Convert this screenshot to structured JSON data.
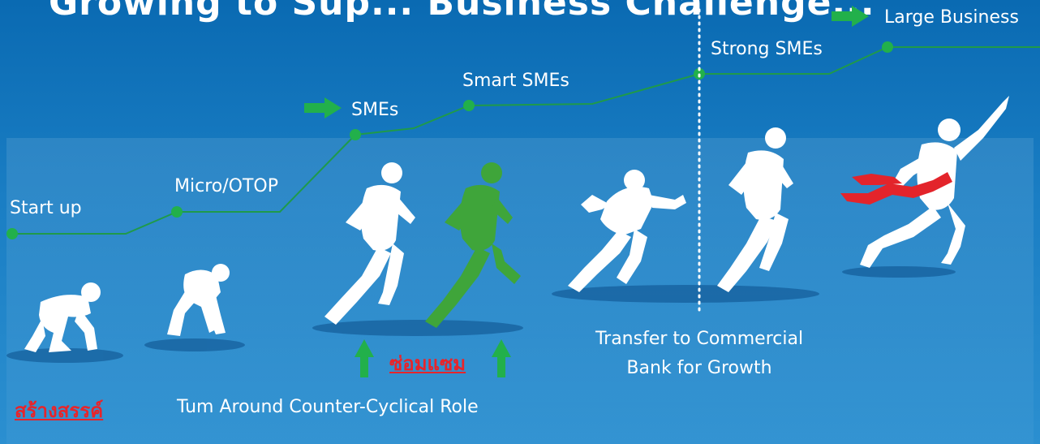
{
  "title": "Growing to Sup... Business Challenge...",
  "stages": [
    "Start up",
    "Micro/OTOP",
    "SMEs",
    "Smart SMEs",
    "Strong SMEs",
    "Large Business"
  ],
  "captions": {
    "create_thai": "สร้างสรรค์",
    "turnaround": "Tum Around Counter-Cyclical Role",
    "repair_thai": "ซ่อมแซม",
    "transfer_line1": "Transfer to Commercial",
    "transfer_line2": "Bank for Growth"
  },
  "colors": {
    "background": "#1a7ec4",
    "line": "#1f9a4a",
    "node": "#22b04b",
    "arrow": "#22b04b",
    "thai_text": "#e8242a",
    "ribbon": "#e3242b",
    "runner": "#ffffff",
    "runner_highlight": "#3fa53a"
  },
  "icons": [
    "crouch-runner-icon",
    "set-runner-icon",
    "running-runner-icon",
    "green-runner-icon",
    "sprint-runner-icon",
    "finish-runner-icon",
    "finish-ribbon-icon",
    "up-arrow-icon",
    "right-arrow-icon"
  ]
}
